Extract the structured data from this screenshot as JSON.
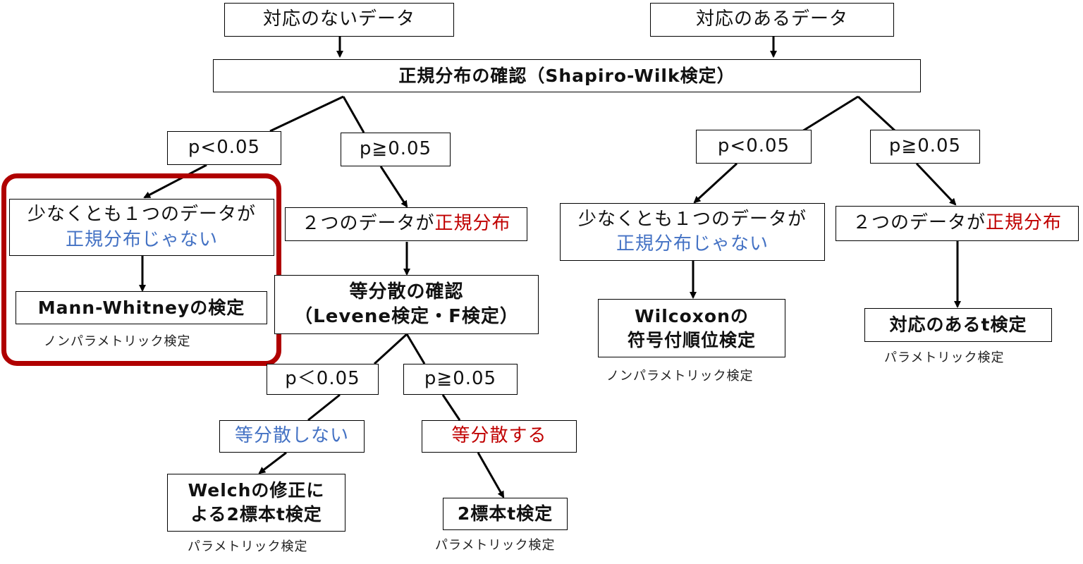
{
  "top": {
    "unpaired": "対応のないデータ",
    "paired": "対応のあるデータ",
    "normality": "正規分布の確認（Shapiro-Wilk検定）"
  },
  "left": {
    "p_low": "p<0.05",
    "p_high": "p≧0.05",
    "nonnormal": {
      "line1": "少なくとも１つのデータが",
      "line2": "正規分布じゃない"
    },
    "mann_whitney": "Mann-Whitneyの検定",
    "mann_whitney_note": "ノンパラメトリック検定",
    "normal": {
      "prefix": "２つのデータが",
      "highlight": "正規分布"
    },
    "variance": {
      "line1": "等分散の確認",
      "line2": "（Levene検定・F検定）"
    },
    "var_p_low": "p＜0.05",
    "var_p_high": "p≧0.05",
    "unequal": "等分散しない",
    "equal": "等分散する",
    "welch": {
      "line1": "Welchの修正に",
      "line2": "よる2標本t検定"
    },
    "welch_note": "パラメトリック検定",
    "two_sample": "2標本t検定",
    "two_sample_note": "パラメトリック検定"
  },
  "right": {
    "p_low": "p<0.05",
    "p_high": "p≧0.05",
    "nonnormal": {
      "line1": "少なくとも１つのデータが",
      "line2": "正規分布じゃない"
    },
    "wilcoxon": {
      "line1": "Wilcoxonの",
      "line2": "符号付順位検定"
    },
    "wilcoxon_note": "ノンパラメトリック検定",
    "normal": {
      "prefix": "２つのデータが",
      "highlight": "正規分布"
    },
    "paired_t": "対応のあるt検定",
    "paired_t_note": "パラメトリック検定"
  },
  "colors": {
    "blue": "#4472C4",
    "red": "#C00000",
    "highlight_frame": "#B00000"
  }
}
